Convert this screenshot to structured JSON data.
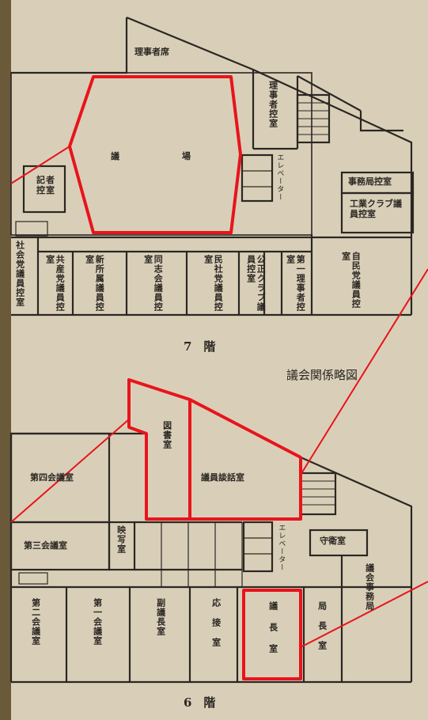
{
  "floor7": {
    "title": "7　階",
    "rooms": {
      "rijisha_seki": "理事者席",
      "gijo_left": "議",
      "gijo_right": "場",
      "riji_hikae": "理事者控室",
      "kisha": "記者控室",
      "elevator": "エレベーター",
      "jimukyoku": "事務局控室",
      "kogyo": "工業クラブ議員控室",
      "shakai": "社会党議員控室",
      "kyosan": "共産党議員控室",
      "shinsho": "新所属議員控室",
      "doshi": "同志会議員控室",
      "minsha": "民社党議員控室",
      "kosei": "公正クラブ議員控室",
      "daiichi": "第一理事者控室",
      "jimin": "自民党議員控室"
    }
  },
  "diagram_title": "議会関係略図",
  "floor6": {
    "title": "6　階",
    "rooms": {
      "toshoshitsu": "図書室",
      "danwashitsu": "議員談話室",
      "dai4": "第四会議室",
      "dai3": "第三会議室",
      "eisha": "映写室",
      "elevator": "エレベーター",
      "shuei": "守衛室",
      "gikai_jimukyoku": "議会事務局",
      "dai2": "第二会議室",
      "dai1": "第一会議室",
      "fukugicho": "副議長室",
      "osetsu": "応接室",
      "gicho": "議長室",
      "kyokucho": "局長室"
    }
  },
  "colors": {
    "highlight": "#e8141c",
    "ink": "#2b2723",
    "paper": "#d9cfb8"
  }
}
